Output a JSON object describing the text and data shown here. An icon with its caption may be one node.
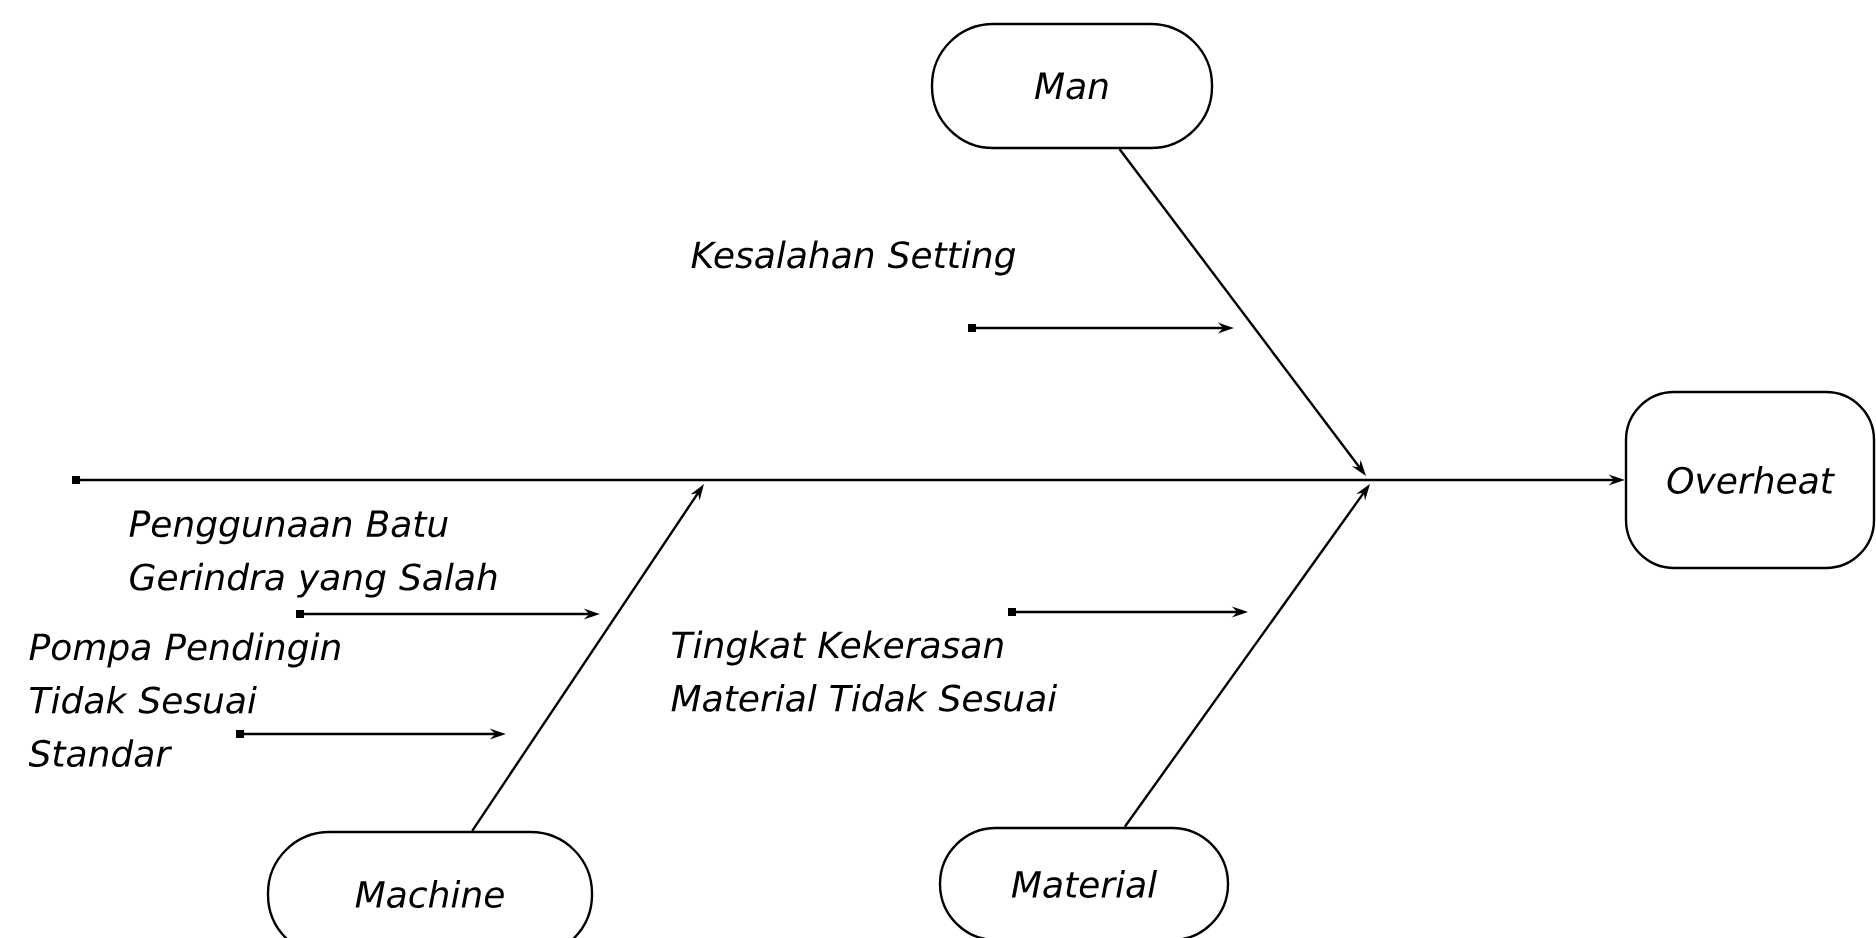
{
  "diagram": {
    "nodes": [
      {
        "text": [
          "Man"
        ]
      },
      {
        "text": [
          "Kesalahan Setting"
        ]
      },
      {
        "text": [
          "Overheat"
        ]
      },
      {
        "text": [
          "Penggunaan Batu Gerindra yang Salah"
        ]
      },
      {
        "text": [
          "Pompa Pendingin Tidak Sesuai Standar"
        ]
      },
      {
        "text": [
          "Tingkat Kekerasan Material Tidak Sesuai"
        ]
      },
      {
        "text": [
          "Machine"
        ]
      },
      {
        "text": [
          "Material"
        ]
      }
    ],
    "edges": [
      {
        "from": null,
        "to": 2,
        "arrow": "to"
      },
      {
        "from": 0,
        "to": null,
        "arrow": "to"
      },
      {
        "from": 6,
        "to": null,
        "arrow": "to"
      },
      {
        "from": 7,
        "to": null,
        "arrow": "to"
      },
      {
        "from": 1,
        "to": null,
        "arrow": "to"
      },
      {
        "from": 3,
        "to": null,
        "arrow": "to"
      },
      {
        "from": 4,
        "to": null,
        "arrow": "to"
      },
      {
        "from": 5,
        "to": null,
        "arrow": "to"
      }
    ]
  }
}
